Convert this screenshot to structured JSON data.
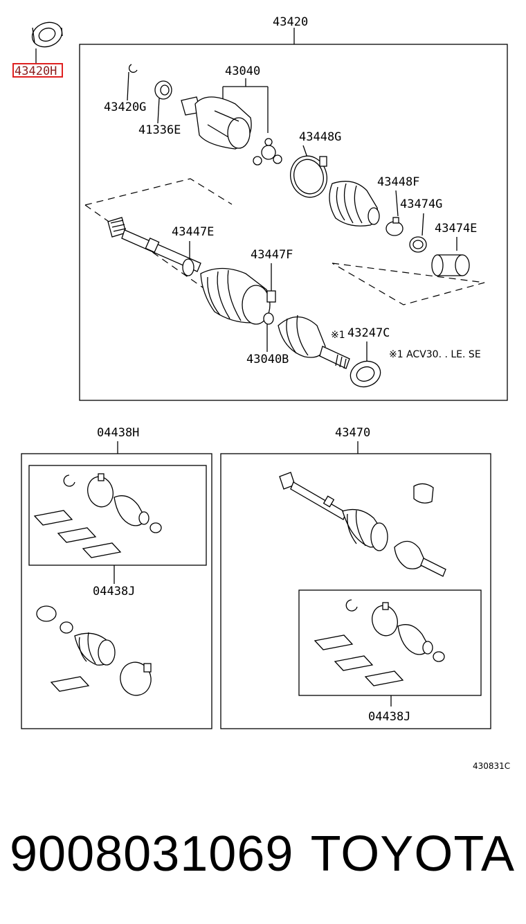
{
  "highlight": {
    "part": "43420H",
    "color": "#e02020"
  },
  "labels": {
    "top_assembly": "43420",
    "outer_seal": "43420H",
    "snap_ring": "43420G",
    "dust_seal": "41336E",
    "inner_joint": "43040",
    "boot_clamp_g": "43448G",
    "boot_clamp_f": "43448F",
    "clamp_474g": "43474G",
    "clamp_474e": "43474E",
    "boot_447e": "43447E",
    "boot_447f": "43447F",
    "ring_040b": "43040B",
    "seal_247c": "43247C",
    "note_mark": "※1",
    "note_text": "※1 ACV30. . LE. SE",
    "kit_h": "04438H",
    "kit_j_left": "04438J",
    "shaft_assy": "43470",
    "kit_j_right": "04438J",
    "drawing_code": "430831C"
  },
  "footer": {
    "part_number": "9008031069",
    "brand": "TOYOTA"
  }
}
